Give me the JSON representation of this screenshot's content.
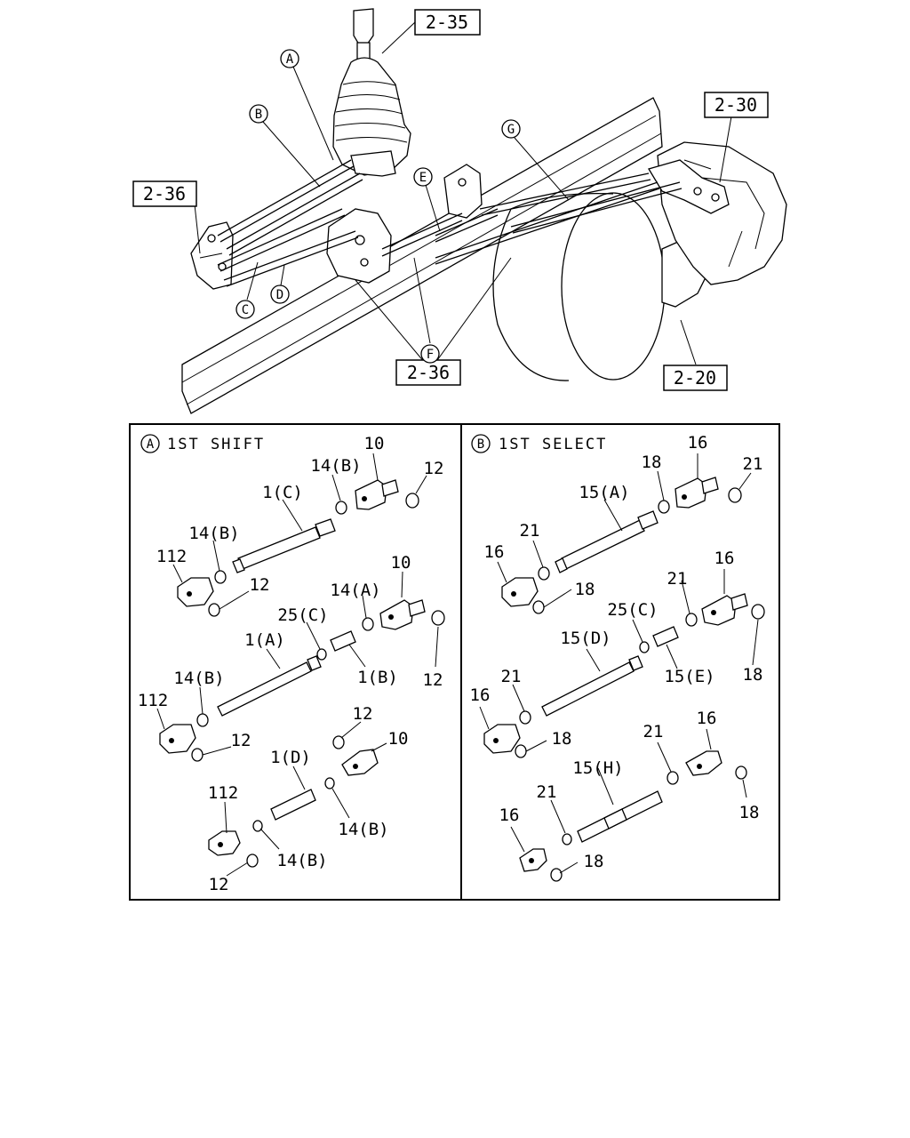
{
  "overview": {
    "refs": [
      "2-35",
      "2-30",
      "2-36",
      "2-36",
      "2-20"
    ],
    "letters": [
      "A",
      "B",
      "C",
      "D",
      "E",
      "F",
      "G"
    ]
  },
  "panel_a": {
    "letter": "A",
    "title": "1ST SHIFT",
    "labels": [
      "10",
      "12",
      "14(B)",
      "1(C)",
      "14(B)",
      "112",
      "12",
      "10",
      "14(A)",
      "25(C)",
      "1(A)",
      "1(B)",
      "12",
      "14(B)",
      "112",
      "12",
      "12",
      "10",
      "1(D)",
      "112",
      "14(B)",
      "14(B)",
      "12"
    ]
  },
  "panel_b": {
    "letter": "B",
    "title": "1ST SELECT",
    "labels": [
      "16",
      "21",
      "18",
      "15(A)",
      "21",
      "16",
      "18",
      "16",
      "21",
      "25(C)",
      "15(D)",
      "15(E)",
      "18",
      "21",
      "16",
      "18",
      "16",
      "21",
      "15(H)",
      "21",
      "16",
      "18",
      "18"
    ]
  }
}
